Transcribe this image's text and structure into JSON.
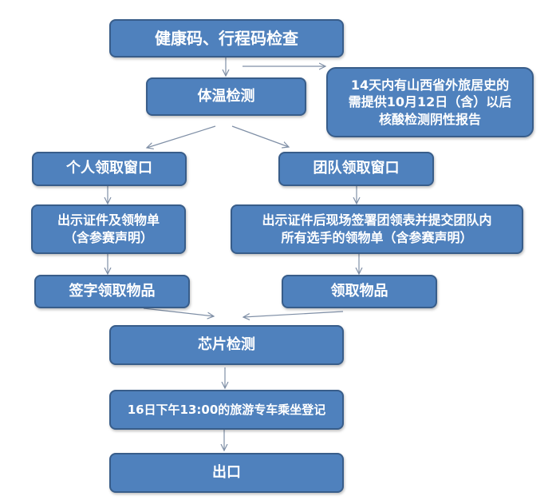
{
  "colors": {
    "box_fill": "#4f81bd",
    "box_border": "#385d8a",
    "arrow": "#7f8fa6"
  },
  "nodes": {
    "health_code_check": "健康码、行程码检查",
    "temperature_check": "体温检测",
    "note_line1": "14天内有山西省外旅居史的",
    "note_line2": "需提供10月12日（含）以后",
    "note_line3": "核酸检测阴性报告",
    "individual_window": "个人领取窗口",
    "team_window": "团队领取窗口",
    "individual_docs_line1": "出示证件及领物单",
    "individual_docs_line2": "（含参赛声明）",
    "team_docs_line1": "出示证件后现场签署团领表并提交团队内",
    "team_docs_line2": "所有选手的领物单（含参赛声明）",
    "sign_and_collect": "签字领取物品",
    "collect_items": "领取物品",
    "chip_check": "芯片检测",
    "shuttle_registration": "16日下午13:00的旅游专车乘坐登记",
    "exit": "出口"
  }
}
